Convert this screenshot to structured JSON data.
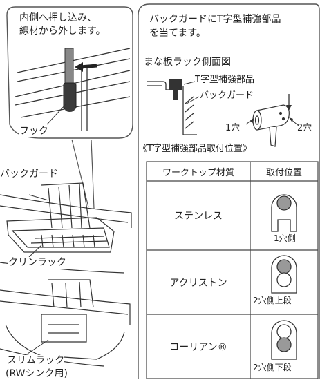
{
  "left": {
    "callout_lines": [
      "内側へ押し込み、",
      "線材から外します。"
    ],
    "hook_label": "フック",
    "backguard_label": "バックガード",
    "clinrack_label": "クリンラック",
    "slimrack_label": "スリムラック",
    "slimrack_sub": "(RWシンク用)"
  },
  "right": {
    "intro_lines": [
      "バックガードにT字型補強部品",
      "を当てます。"
    ],
    "side_view_title": "まな板ラック側面図",
    "t_part_label": "T字型補強部品",
    "backguard_label": "バックガード",
    "hole1_label": "1穴",
    "hole2_label": "2穴",
    "position_heading": "《T字型補強部品取付位置》",
    "table": {
      "headers": [
        "ワークトップ材質",
        "取付位置"
      ],
      "rows": [
        {
          "material": "ステンレス",
          "position": "1穴側"
        },
        {
          "material": "アクリストン",
          "position": "2穴側上段"
        },
        {
          "material": "コーリアン®",
          "position": "2穴側下段"
        }
      ]
    }
  }
}
